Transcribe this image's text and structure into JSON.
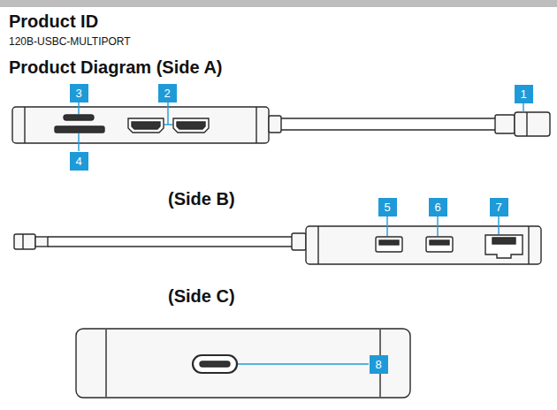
{
  "diagram": {
    "title": "Product ID",
    "nodes": [
      {
        "text": [
          "3"
        ]
      },
      {
        "text": [
          "2"
        ]
      },
      {
        "text": [
          "1"
        ]
      },
      {
        "text": [
          "4"
        ]
      },
      {
        "text": [
          "5"
        ]
      },
      {
        "text": [
          "6"
        ]
      },
      {
        "text": [
          "7"
        ]
      },
      {
        "text": [
          "8"
        ]
      }
    ],
    "labels": [
      "120B-USBC-MULTIPORT",
      "Product Diagram (Side A)",
      "(Side B)",
      "(Side C)"
    ]
  }
}
